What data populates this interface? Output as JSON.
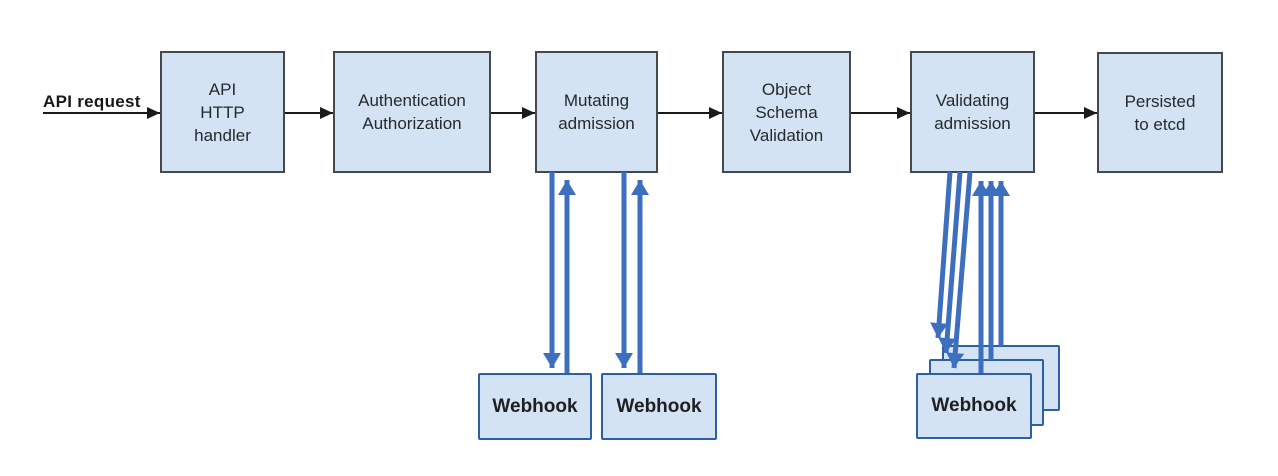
{
  "flow": {
    "api_request_label": "API request"
  },
  "nodes": {
    "api_http_handler": {
      "lines": [
        "API",
        "HTTP",
        "handler"
      ]
    },
    "authentication_authorization": {
      "lines": [
        "Authentication",
        "Authorization"
      ]
    },
    "mutating_admission": {
      "lines": [
        "Mutating",
        "admission"
      ]
    },
    "object_schema_validation": {
      "lines": [
        "Object",
        "Schema",
        "Validation"
      ]
    },
    "validating_admission": {
      "lines": [
        "Validating",
        "admission"
      ]
    },
    "persisted_to_etcd": {
      "lines": [
        "Persisted",
        "to etcd"
      ]
    }
  },
  "webhooks": {
    "mutating_webhook_1": "Webhook",
    "mutating_webhook_2": "Webhook",
    "validating_webhook_front": "Webhook",
    "validating_webhook_middle": "Webhook",
    "validating_webhook_back": "Webhook"
  },
  "colors": {
    "node_fill": "#d3e3f3",
    "node_border": "#45494e",
    "webhook_border": "#2e5f9e",
    "flow_arrow": "#1a1a1a",
    "webhook_arrow": "#3e6fbf",
    "background": "#ffffff"
  }
}
